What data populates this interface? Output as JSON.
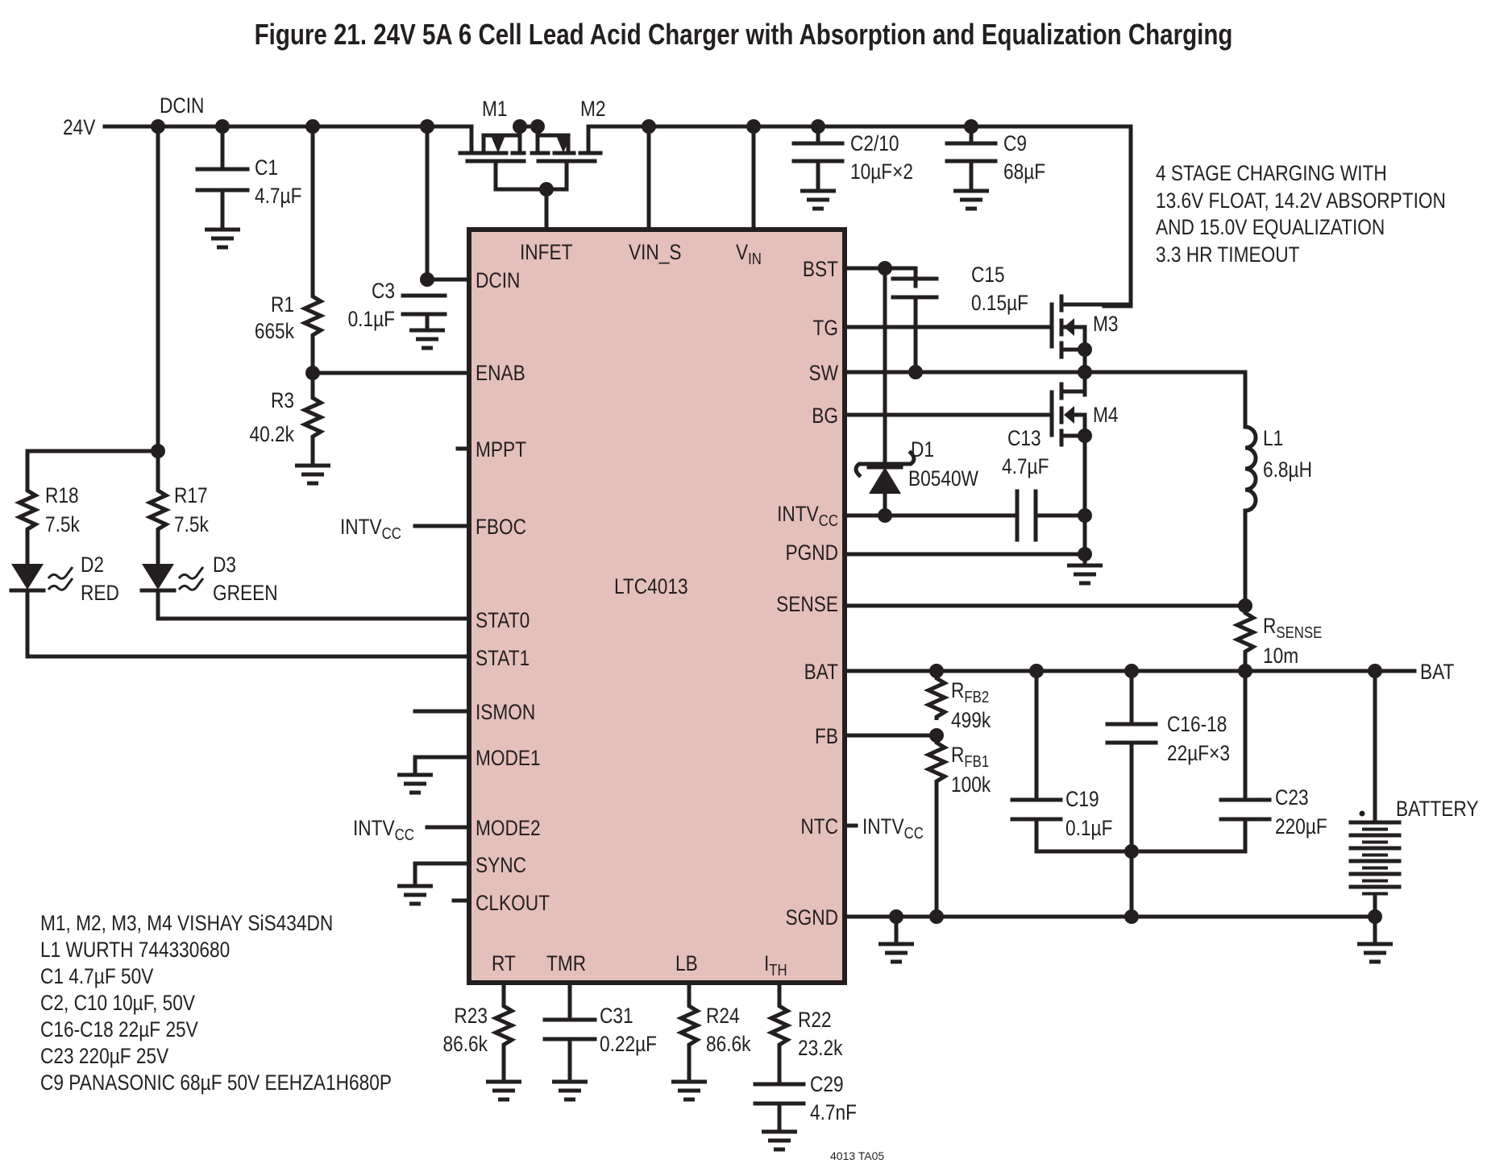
{
  "title": "Figure 21. 24V 5A 6 Cell Lead Acid Charger with Absorption and Equalization Charging",
  "chip": {
    "name": "LTC4013",
    "color": "#e4c0ba",
    "pins_top": [
      "INFET",
      "VIN_S",
      "V",
      "IN"
    ],
    "pins_left": [
      "DCIN",
      "ENAB",
      "MPPT",
      "FBOC",
      "STAT0",
      "STAT1",
      "ISMON",
      "MODE1",
      "MODE2",
      "SYNC",
      "CLKOUT"
    ],
    "pins_right": [
      "BST",
      "TG",
      "SW",
      "BG",
      "INTV",
      "CC",
      "PGND",
      "SENSE",
      "BAT",
      "FB",
      "NTC",
      "SGND"
    ],
    "pins_bottom": [
      "RT",
      "TMR",
      "LB",
      "I",
      "TH"
    ]
  },
  "nets": {
    "input": "24V",
    "dcin": "DCIN",
    "bat_out": "BAT",
    "intvcc_main": "INTV",
    "intvcc_sub": "CC"
  },
  "components": {
    "C1": {
      "ref": "C1",
      "value": "4.7µF"
    },
    "R1": {
      "ref": "R1",
      "value": "665k"
    },
    "R3": {
      "ref": "R3",
      "value": "40.2k"
    },
    "C3": {
      "ref": "C3",
      "value": "0.1µF"
    },
    "M1": {
      "ref": "M1"
    },
    "M2": {
      "ref": "M2"
    },
    "C2_10": {
      "ref": "C2/10",
      "value": "10µF×2"
    },
    "C9": {
      "ref": "C9",
      "value": "68µF"
    },
    "C15": {
      "ref": "C15",
      "value": "0.15µF"
    },
    "M3": {
      "ref": "M3"
    },
    "M4": {
      "ref": "M4"
    },
    "D1": {
      "ref": "D1",
      "value": "B0540W"
    },
    "C13": {
      "ref": "C13",
      "value": "4.7µF"
    },
    "L1": {
      "ref": "L1",
      "value": "6.8µH"
    },
    "RSENSE": {
      "ref": "R",
      "ref_sub": "SENSE",
      "value": "10m"
    },
    "RFB2": {
      "ref": "R",
      "ref_sub": "FB2",
      "value": "499k"
    },
    "RFB1": {
      "ref": "R",
      "ref_sub": "FB1",
      "value": "100k"
    },
    "C16_18": {
      "ref": "C16-18",
      "value": "22µF×3"
    },
    "C19": {
      "ref": "C19",
      "value": "0.1µF"
    },
    "C23": {
      "ref": "C23",
      "value": "220µF"
    },
    "BATTERY": {
      "ref": "BATTERY"
    },
    "R18": {
      "ref": "R18",
      "value": "7.5k"
    },
    "R17": {
      "ref": "R17",
      "value": "7.5k"
    },
    "D2": {
      "ref": "D2",
      "value": "RED"
    },
    "D3": {
      "ref": "D3",
      "value": "GREEN"
    },
    "R23": {
      "ref": "R23",
      "value": "86.6k"
    },
    "C31": {
      "ref": "C31",
      "value": "0.22µF"
    },
    "R24": {
      "ref": "R24",
      "value": "86.6k"
    },
    "R22": {
      "ref": "R22",
      "value": "23.2k"
    },
    "C29": {
      "ref": "C29",
      "value": "4.7nF"
    }
  },
  "note_charging": [
    "4 STAGE CHARGING WITH",
    "13.6V FLOAT, 14.2V ABSORPTION",
    "AND 15.0V EQUALIZATION",
    "3.3 HR TIMEOUT"
  ],
  "bom_notes": [
    "M1, M2, M3, M4 VISHAY SiS434DN",
    "L1 WURTH 744330680",
    "C1 4.7µF 50V",
    "C2, C10 10µF, 50V",
    "C16-C18 22µF 25V",
    "C23 220µF 25V",
    "C9 PANASONIC 68µF 50V EEHZA1H680P"
  ],
  "figure_id": "4013 TA05"
}
